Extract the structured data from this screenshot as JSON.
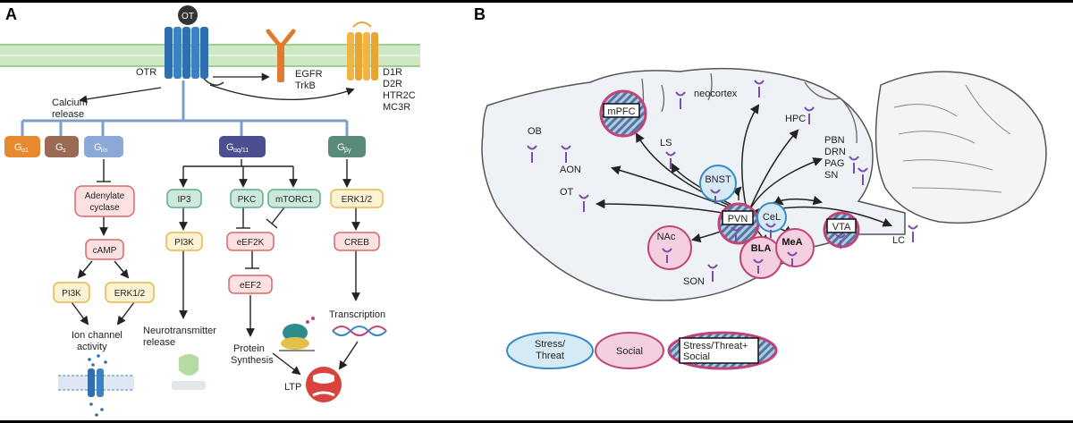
{
  "panel_a": {
    "letter": "A",
    "ligand": "OT",
    "receptor": "OTR",
    "rtk": [
      "EGFR",
      "TrkB"
    ],
    "gpcrs": [
      "D1R",
      "D2R",
      "HTR2C",
      "MC3R"
    ],
    "calcium": [
      "Calcium",
      "release"
    ],
    "gproteins": {
      "g1": "G",
      "g1_sub": "α1",
      "g2": "G",
      "g2_sub": "s",
      "g3": "G",
      "g3_sub": "i/o",
      "g4": "G",
      "g4_sub": "αq/11",
      "g5": "G",
      "g5_sub": "βγ"
    },
    "nodes": {
      "adenylate": [
        "Adenylate",
        "cyclase"
      ],
      "camp": "cAMP",
      "pi3k_left": "PI3K",
      "erk_left": "ERK1/2",
      "ion": [
        "Ion channel",
        "activity"
      ],
      "ip3": "IP3",
      "pi3k_mid": "PI3K",
      "neuro": [
        "Neurotransmitter",
        "release"
      ],
      "pkc": "PKC",
      "mtorc1": "mTORC1",
      "eef2k": "eEF2K",
      "eef2": "eEF2",
      "protein": [
        "Protein",
        "Synthesis"
      ],
      "erk_right": "ERK1/2",
      "creb": "CREB",
      "transcription": "Transcription",
      "ltp": "LTP"
    }
  },
  "panel_b": {
    "letter": "B",
    "regions": {
      "mpfc": "mPFC",
      "neocortex": "neocortex",
      "hpc": "HPC",
      "ob": "OB",
      "ls": "LS",
      "aon": "AON",
      "ot": "OT",
      "bnst": "BNST",
      "pvn": "PVN",
      "cel": "CeL",
      "vta": "VTA",
      "lc": "LC",
      "nac": "NAc",
      "bla": "BLA",
      "mea": "MeA",
      "son": "SON",
      "brainstem": [
        "PBN",
        "DRN",
        "PAG",
        "SN"
      ]
    },
    "legend": {
      "stress": [
        "Stress/",
        "Threat"
      ],
      "social": "Social",
      "both": [
        "Stress/Threat+",
        "Social"
      ]
    }
  },
  "colors": {
    "stress": "#d6eaf6",
    "stress_border": "#3a8cc0",
    "social": "#f3cfe0",
    "social_border": "#c0447a",
    "green_box": "#cde9dc",
    "yellow_box": "#fdf2d3"
  }
}
